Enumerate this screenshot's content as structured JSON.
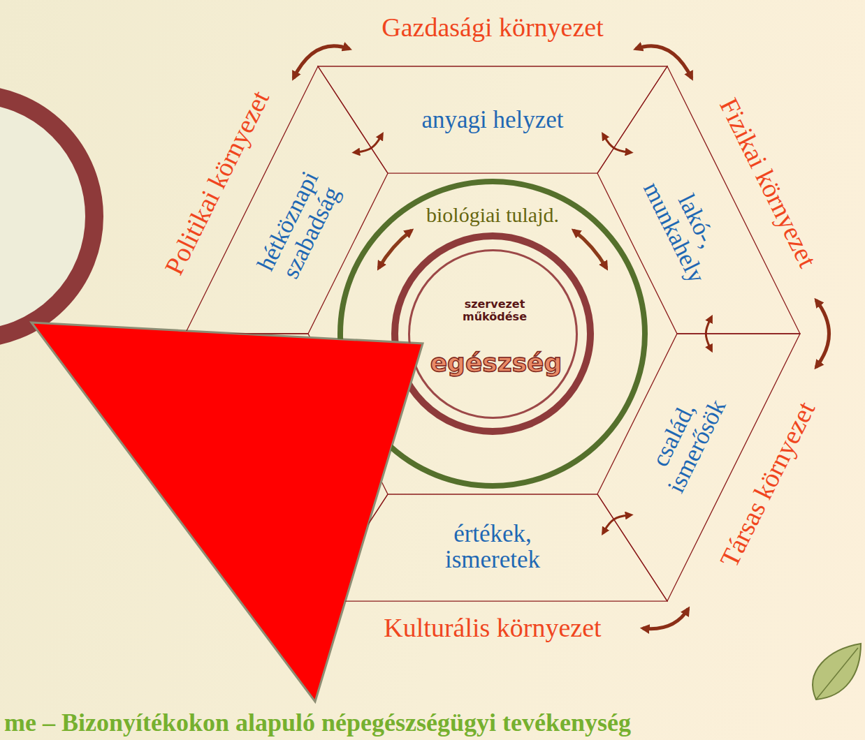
{
  "diagram": {
    "caption": "me – Bizonyítékokon alapuló népegészségügyi tevékenység",
    "nodes": [
      {
        "text": [
          "anyagi helyzet"
        ]
      },
      {
        "text": [
          "lakó-, munkahely"
        ]
      },
      {
        "text": [
          "család, ismerősök"
        ]
      },
      {
        "text": [
          "értékek, ismeretek"
        ]
      },
      {
        "text": [
          "hétköznapi szabadság"
        ]
      },
      {
        "text": [
          "biológiai tulajd."
        ]
      },
      {
        "text": [
          "szervezet működése",
          "egészség"
        ],
        "in": 5
      }
    ],
    "edges": [
      {
        "from": 0,
        "to": 1,
        "arrow": "both"
      },
      {
        "from": 1,
        "to": 2,
        "arrow": "both"
      },
      {
        "from": 2,
        "to": 3,
        "arrow": "both"
      },
      {
        "from": 4,
        "to": 0,
        "arrow": "both"
      }
    ],
    "labels": [
      "Gazdasági környezet",
      "Fizikai környezet",
      "Társas környezet",
      "Kulturális környezet",
      "Politikai környezet"
    ]
  }
}
